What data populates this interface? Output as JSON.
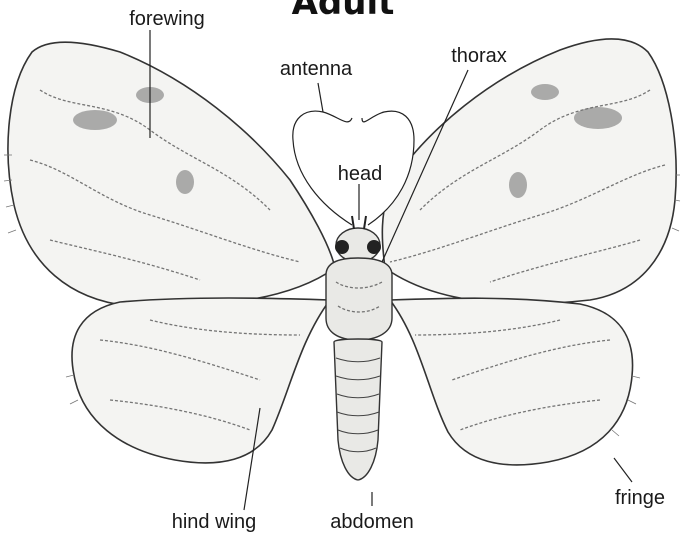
{
  "title": "Adult",
  "labels": {
    "forewing": "forewing",
    "antenna": "antenna",
    "thorax": "thorax",
    "head": "head",
    "hind_wing": "hind wing",
    "abdomen": "abdomen",
    "fringe": "fringe"
  }
}
